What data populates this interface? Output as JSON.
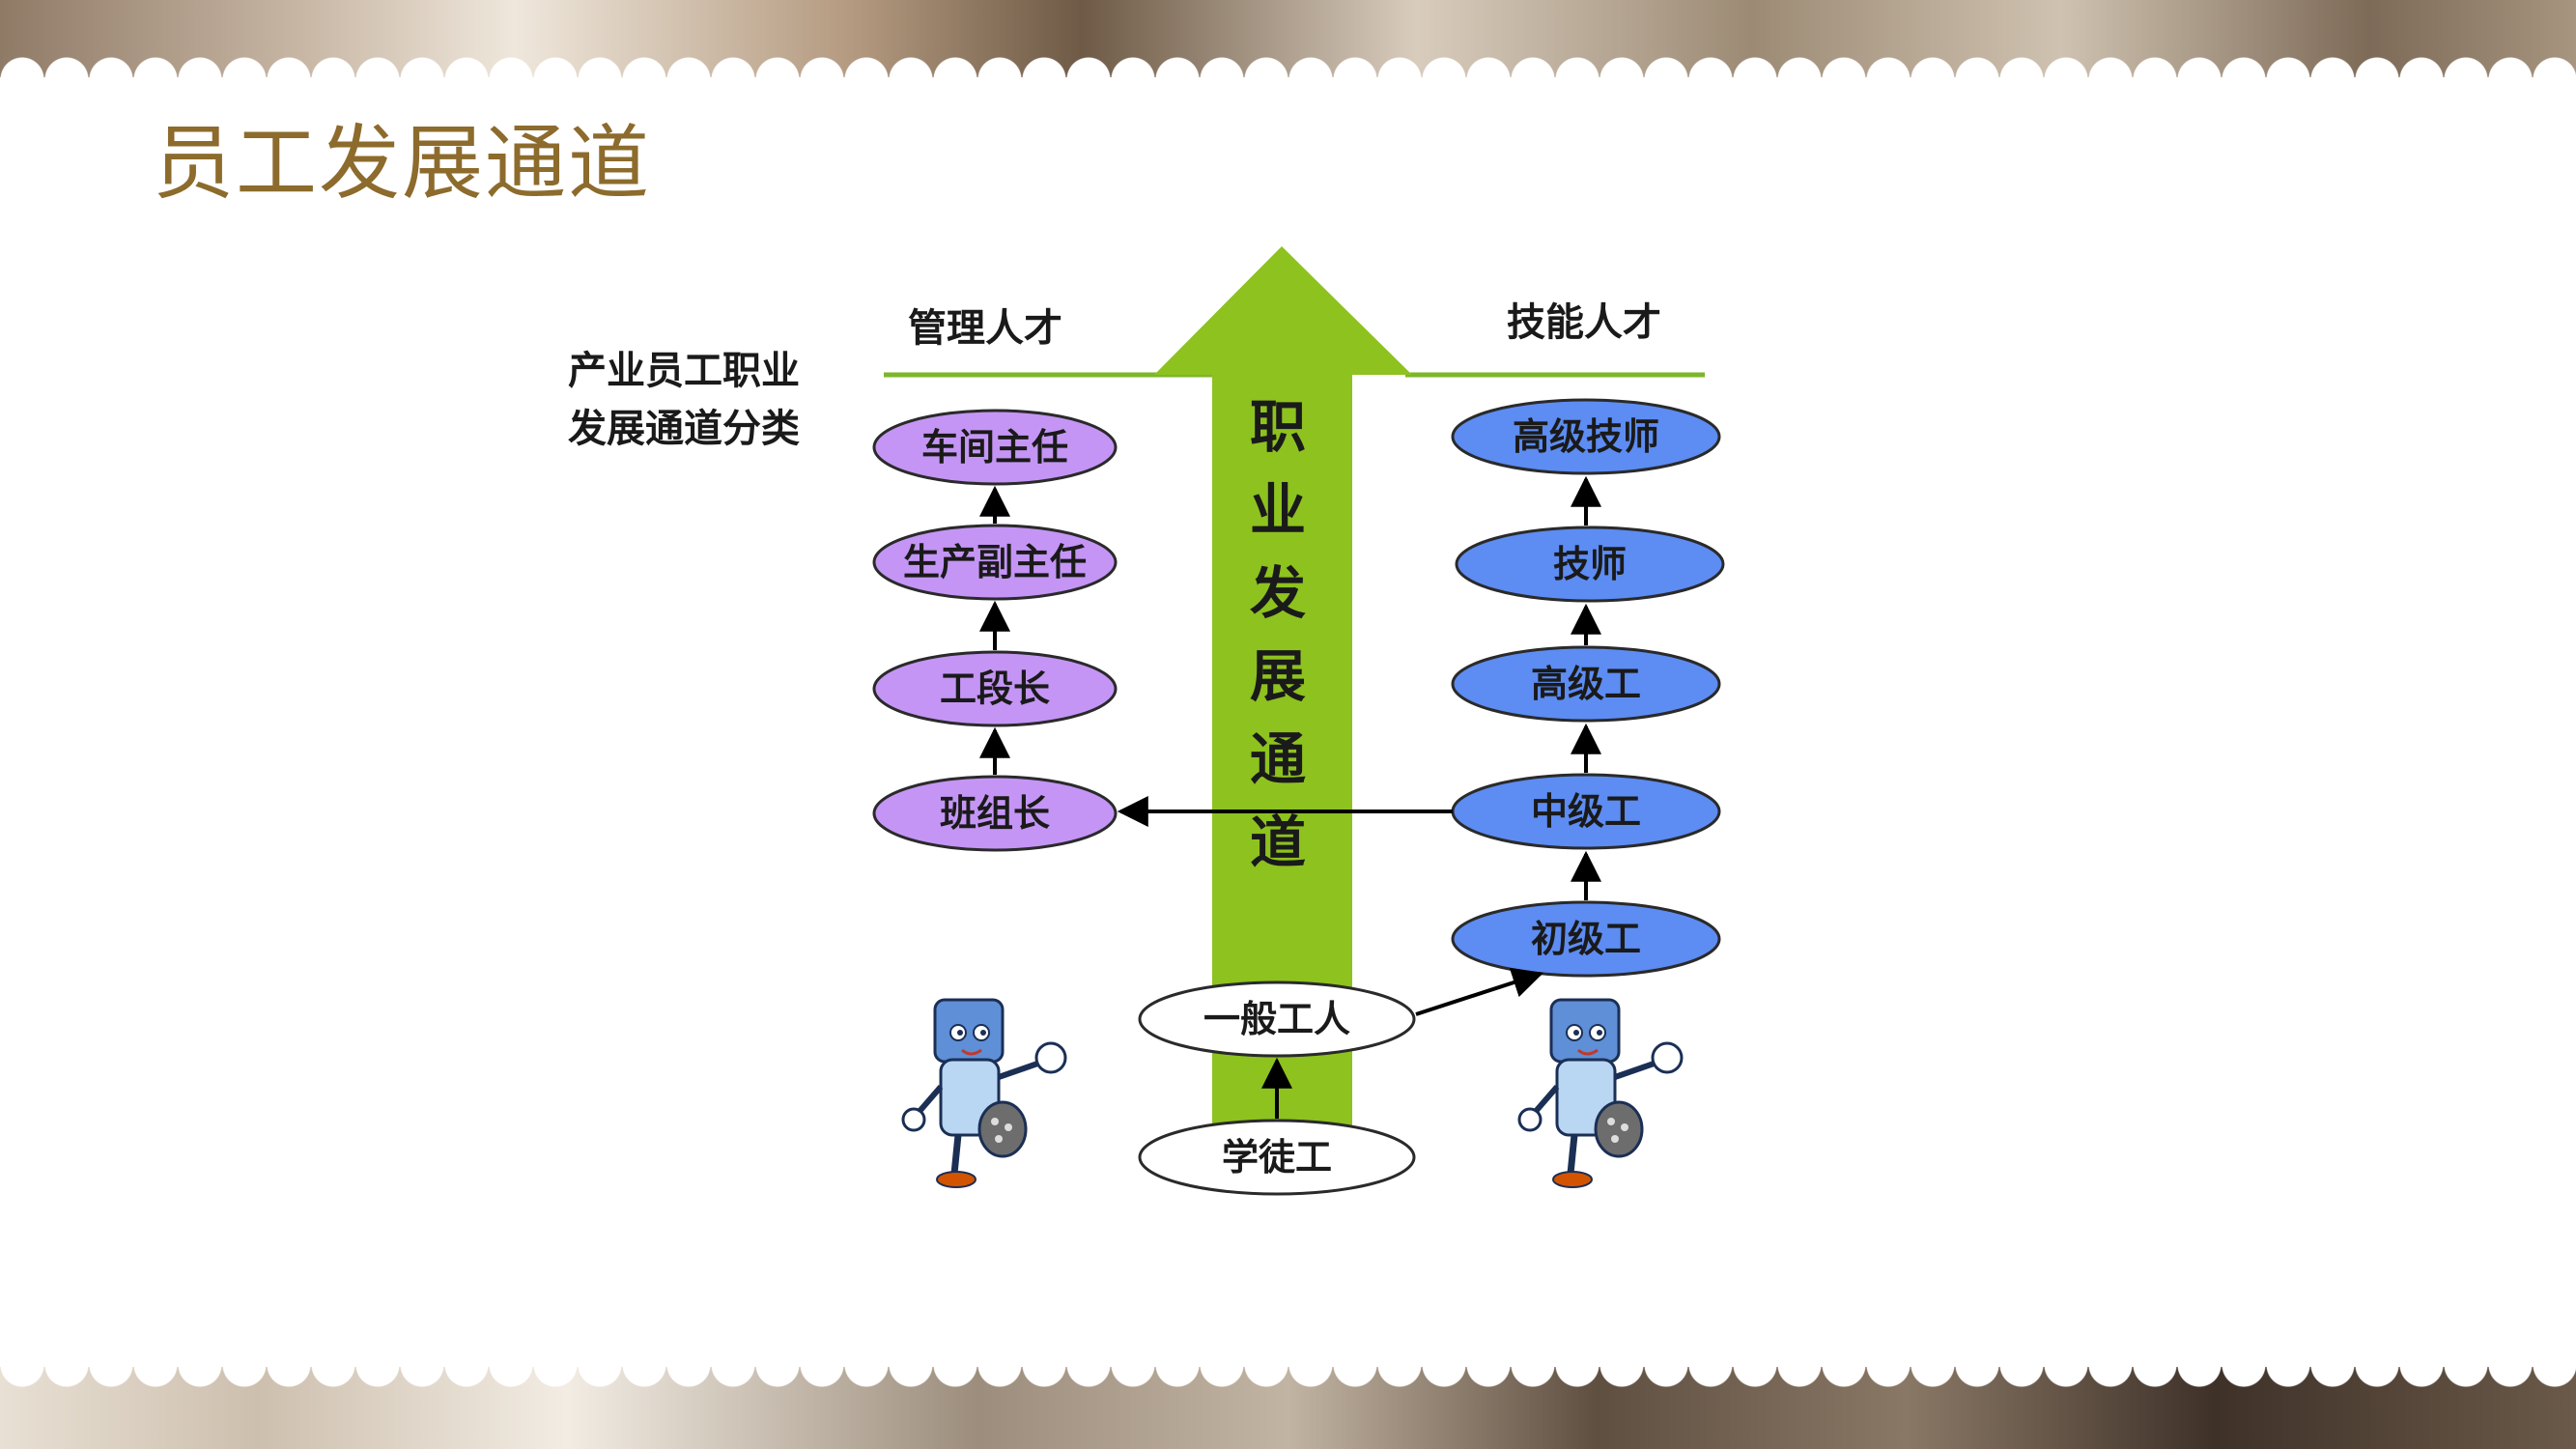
{
  "page_title": "员工发展通道",
  "category_label": [
    "产业员工职业",
    "发展通道分类"
  ],
  "management": {
    "header": "管理人才",
    "nodes": [
      "车间主任",
      "生产副主任",
      "工段长",
      "班组长"
    ]
  },
  "skill": {
    "header": "技能人才",
    "nodes": [
      "高级技师",
      "技师",
      "高级工",
      "中级工",
      "初级工"
    ]
  },
  "center": {
    "arrow_text": [
      "职",
      "业",
      "发",
      "展",
      "通",
      "道"
    ],
    "nodes": [
      "一般工人",
      "学徒工"
    ]
  },
  "colors": {
    "title": "#8c6b2c",
    "arrow": "#8dc21f",
    "management_fill": "#c495f5",
    "skill_fill": "#5d8cf2",
    "header_line": "#7cb62a"
  }
}
